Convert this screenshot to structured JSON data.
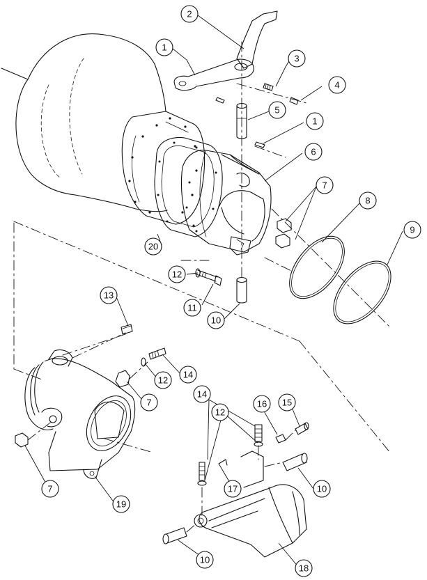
{
  "callouts": [
    {
      "id": "c2",
      "label": "2"
    },
    {
      "id": "c1a",
      "label": "1"
    },
    {
      "id": "c3",
      "label": "3"
    },
    {
      "id": "c4",
      "label": "4"
    },
    {
      "id": "c5",
      "label": "5"
    },
    {
      "id": "c1b",
      "label": "1"
    },
    {
      "id": "c6",
      "label": "6"
    },
    {
      "id": "c7a",
      "label": "7"
    },
    {
      "id": "c8",
      "label": "8"
    },
    {
      "id": "c9",
      "label": "9"
    },
    {
      "id": "c20",
      "label": "20"
    },
    {
      "id": "c12a",
      "label": "12"
    },
    {
      "id": "c11",
      "label": "11"
    },
    {
      "id": "c10a",
      "label": "10"
    },
    {
      "id": "c13",
      "label": "13"
    },
    {
      "id": "c14a",
      "label": "14"
    },
    {
      "id": "c12b",
      "label": "12"
    },
    {
      "id": "c7b",
      "label": "7"
    },
    {
      "id": "c14b",
      "label": "14"
    },
    {
      "id": "c12c",
      "label": "12"
    },
    {
      "id": "c16",
      "label": "16"
    },
    {
      "id": "c15",
      "label": "15"
    },
    {
      "id": "c7c",
      "label": "7"
    },
    {
      "id": "c19",
      "label": "19"
    },
    {
      "id": "c17",
      "label": "17"
    },
    {
      "id": "c10b",
      "label": "10"
    },
    {
      "id": "c10c",
      "label": "10"
    },
    {
      "id": "c18",
      "label": "18"
    }
  ]
}
